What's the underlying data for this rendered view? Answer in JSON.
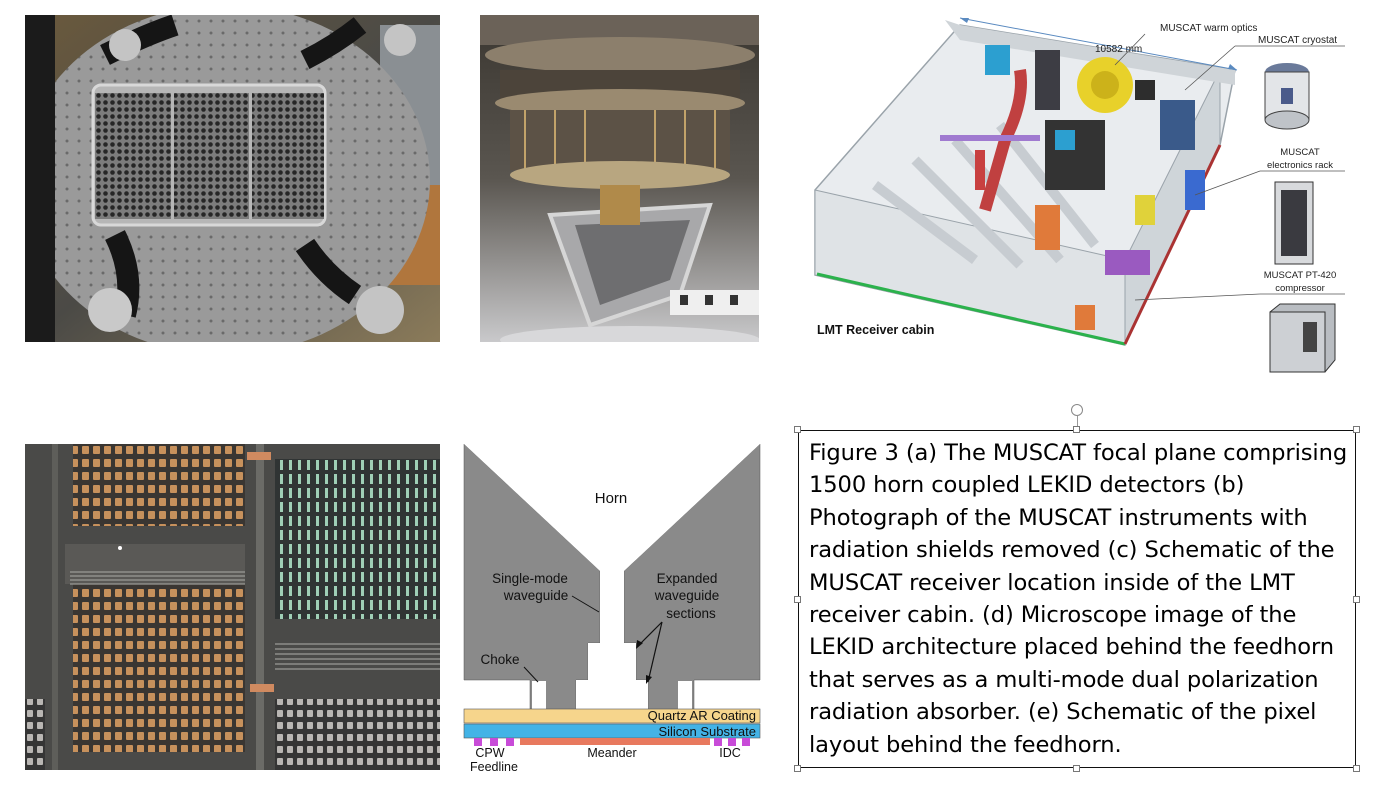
{
  "panel_c": {
    "dimension_label": "10582 mm",
    "warm_optics_label": "MUSCAT warm optics",
    "cryostat_label": "MUSCAT cryostat",
    "electronics_label_1": "MUSCAT",
    "electronics_label_2": "electronics rack",
    "compressor_label_1": "MUSCAT PT-420",
    "compressor_label_2": "compressor",
    "cabin_label": "LMT Receiver cabin"
  },
  "panel_e": {
    "horn_label": "Horn",
    "single_mode_1": "Single-mode",
    "single_mode_2": "waveguide",
    "expanded_1": "Expanded",
    "expanded_2": "waveguide",
    "expanded_3": "sections",
    "choke_label": "Choke",
    "quartz_label": "Quartz AR Coating",
    "silicon_label": "Silicon Substrate",
    "cpw_1": "CPW",
    "cpw_2": "Feedline",
    "meander_label": "Meander",
    "idc_label": "IDC"
  },
  "caption": "Figure 3 (a) The MUSCAT focal plane comprising 1500 horn coupled LEKID detectors (b) Photograph of the MUSCAT instruments with radiation shields removed (c) Schematic of the MUSCAT receiver location inside of the LMT receiver cabin. (d) Microscope image of the LEKID architecture placed behind the feedhorn that serves as a multi-mode dual polarization radiation absorber. (e) Schematic of the pixel layout behind the feedhorn.",
  "colors": {
    "quartz": "#f6d58c",
    "silicon": "#43b3e6",
    "meander": "#e8795e",
    "idc": "#c84bd8",
    "horn_metal": "#8a8a8a"
  }
}
